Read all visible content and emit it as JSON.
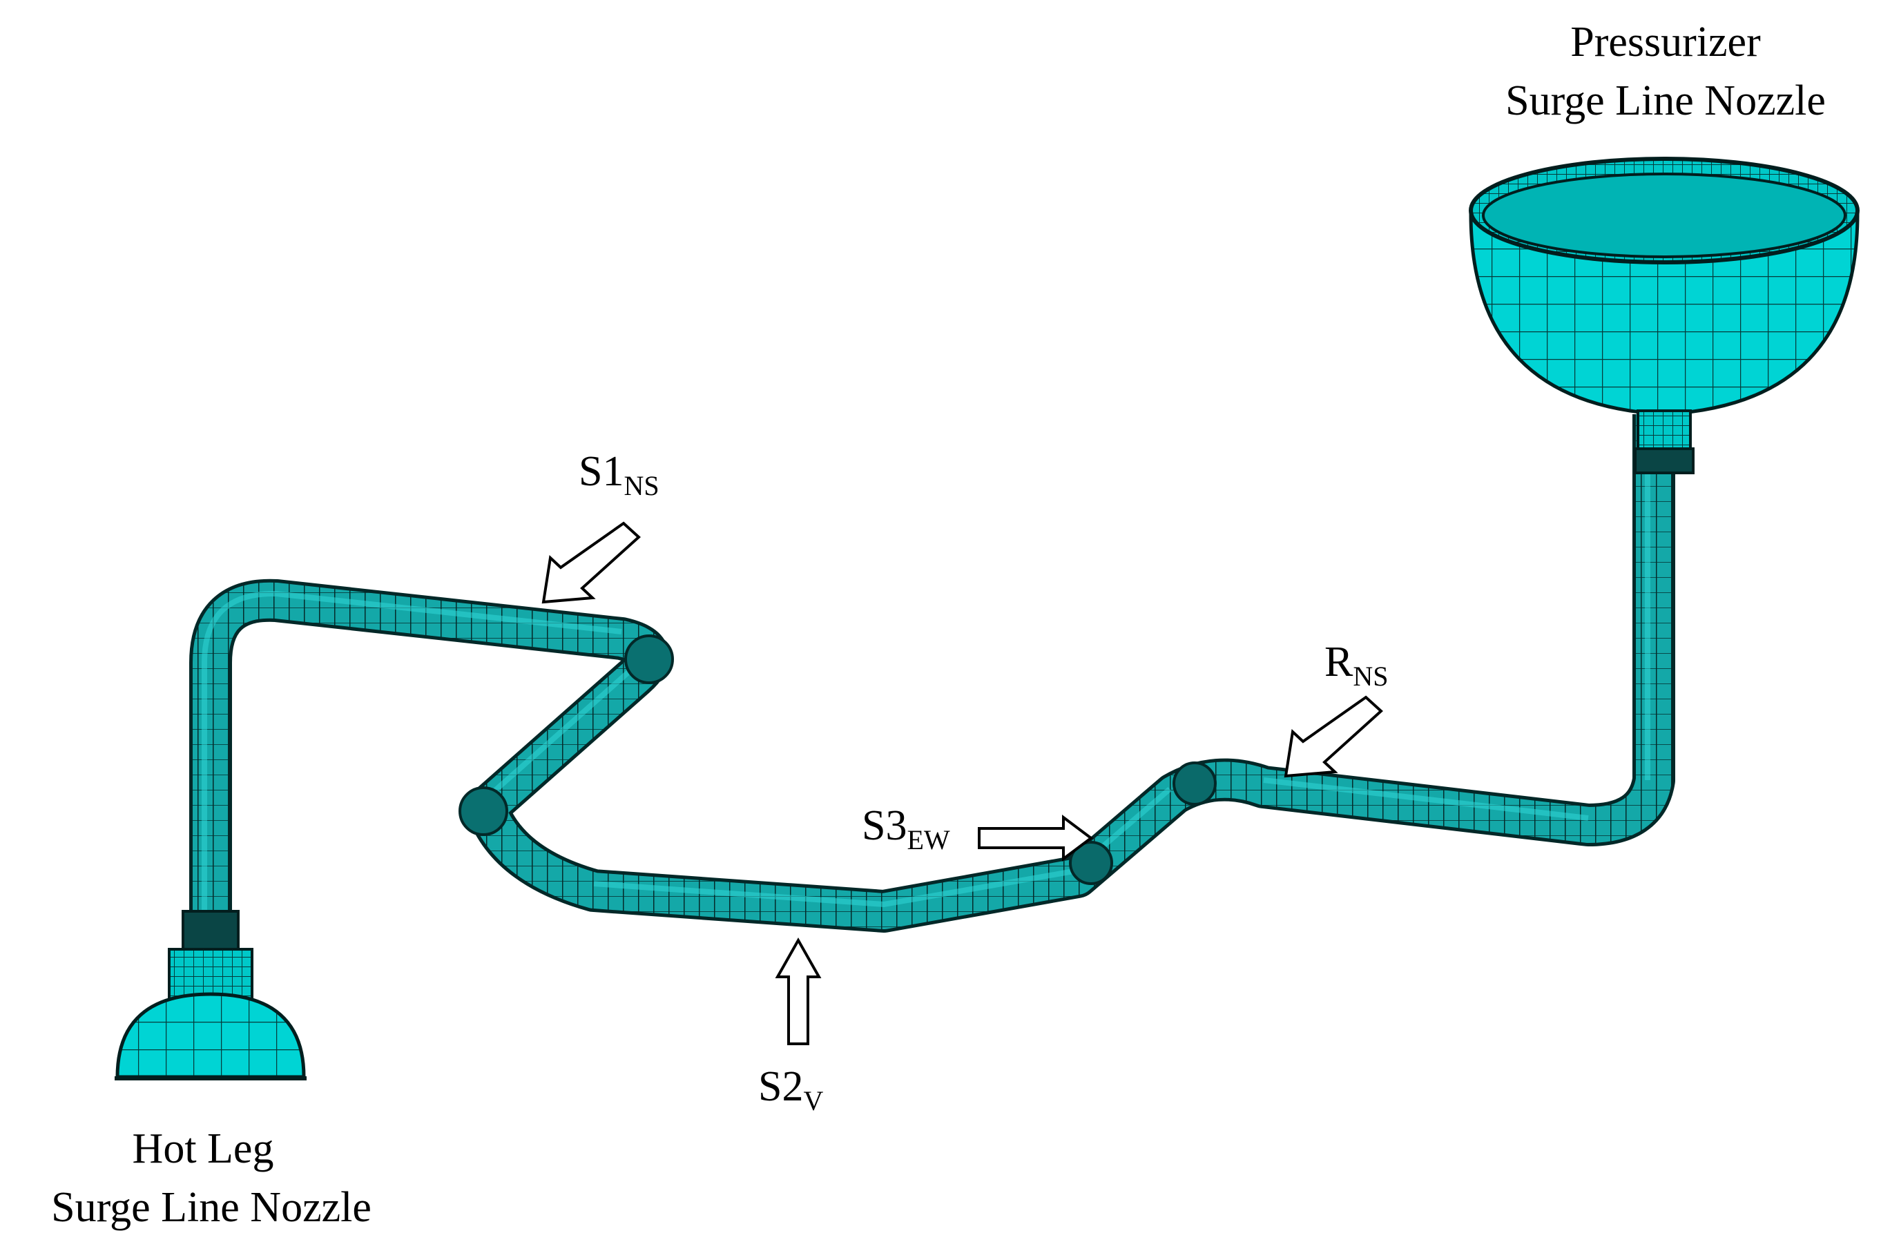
{
  "labels": {
    "pressurizer_line1": "Pressurizer",
    "pressurizer_line2": "Surge Line Nozzle",
    "hotleg_line1": "Hot Leg",
    "hotleg_line2": "Surge Line Nozzle",
    "s1_main": "S1",
    "s1_sub": "NS",
    "s2_main": "S2",
    "s2_sub": "V",
    "s3_main": "S3",
    "s3_sub": "EW",
    "r_main": "R",
    "r_sub": "NS"
  },
  "colors": {
    "mesh_fill": "#00d2d2",
    "mesh_dark": "#0a5f5f",
    "mesh_line": "#003333",
    "arrow_fill": "#ffffff",
    "arrow_stroke": "#000000"
  }
}
